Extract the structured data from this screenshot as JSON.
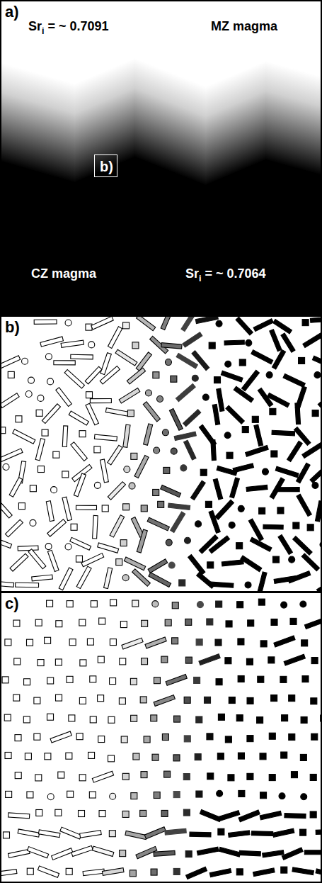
{
  "diagram": {
    "nodes": [
      {
        "text": [
          "a)"
        ]
      },
      {
        "text": [
          "b)"
        ],
        "in": 0
      },
      {
        "text": [
          "b)"
        ]
      },
      {
        "text": [
          "c)"
        ]
      }
    ],
    "labels": [
      "Sri = ~ 0.7091",
      "MZ magma",
      "CZ magma",
      "Sri = ~ 0.7064"
    ]
  }
}
